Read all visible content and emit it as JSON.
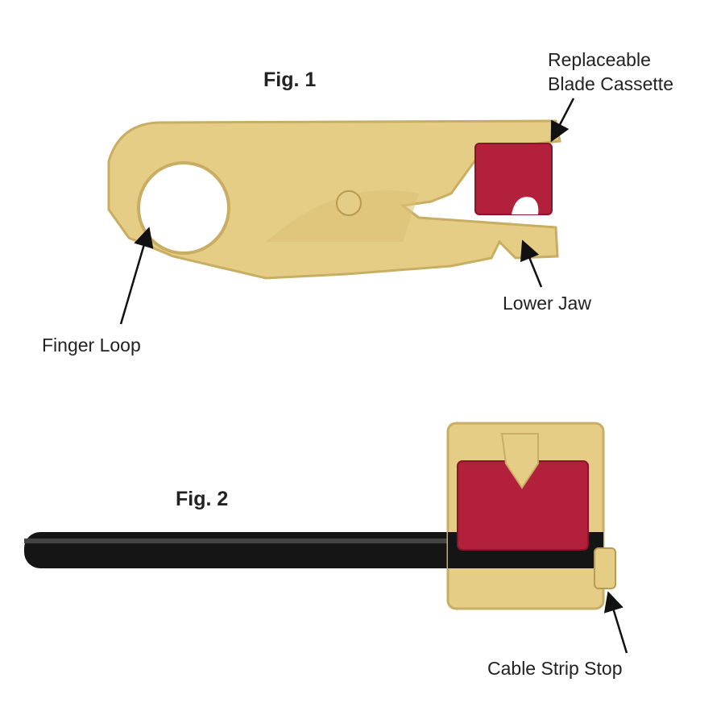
{
  "figure1": {
    "title": "Fig. 1",
    "labels": {
      "blade_line1": "Replaceable",
      "blade_line2": "Blade Cassette",
      "lower_jaw": "Lower Jaw",
      "finger_loop": "Finger Loop"
    }
  },
  "figure2": {
    "title": "Fig. 2",
    "labels": {
      "strip_stop": "Cable Strip Stop"
    }
  },
  "colors": {
    "body": "#e6cd86",
    "body_shadow": "#c9ad62",
    "cassette": "#b3203b",
    "cable": "#151515"
  }
}
